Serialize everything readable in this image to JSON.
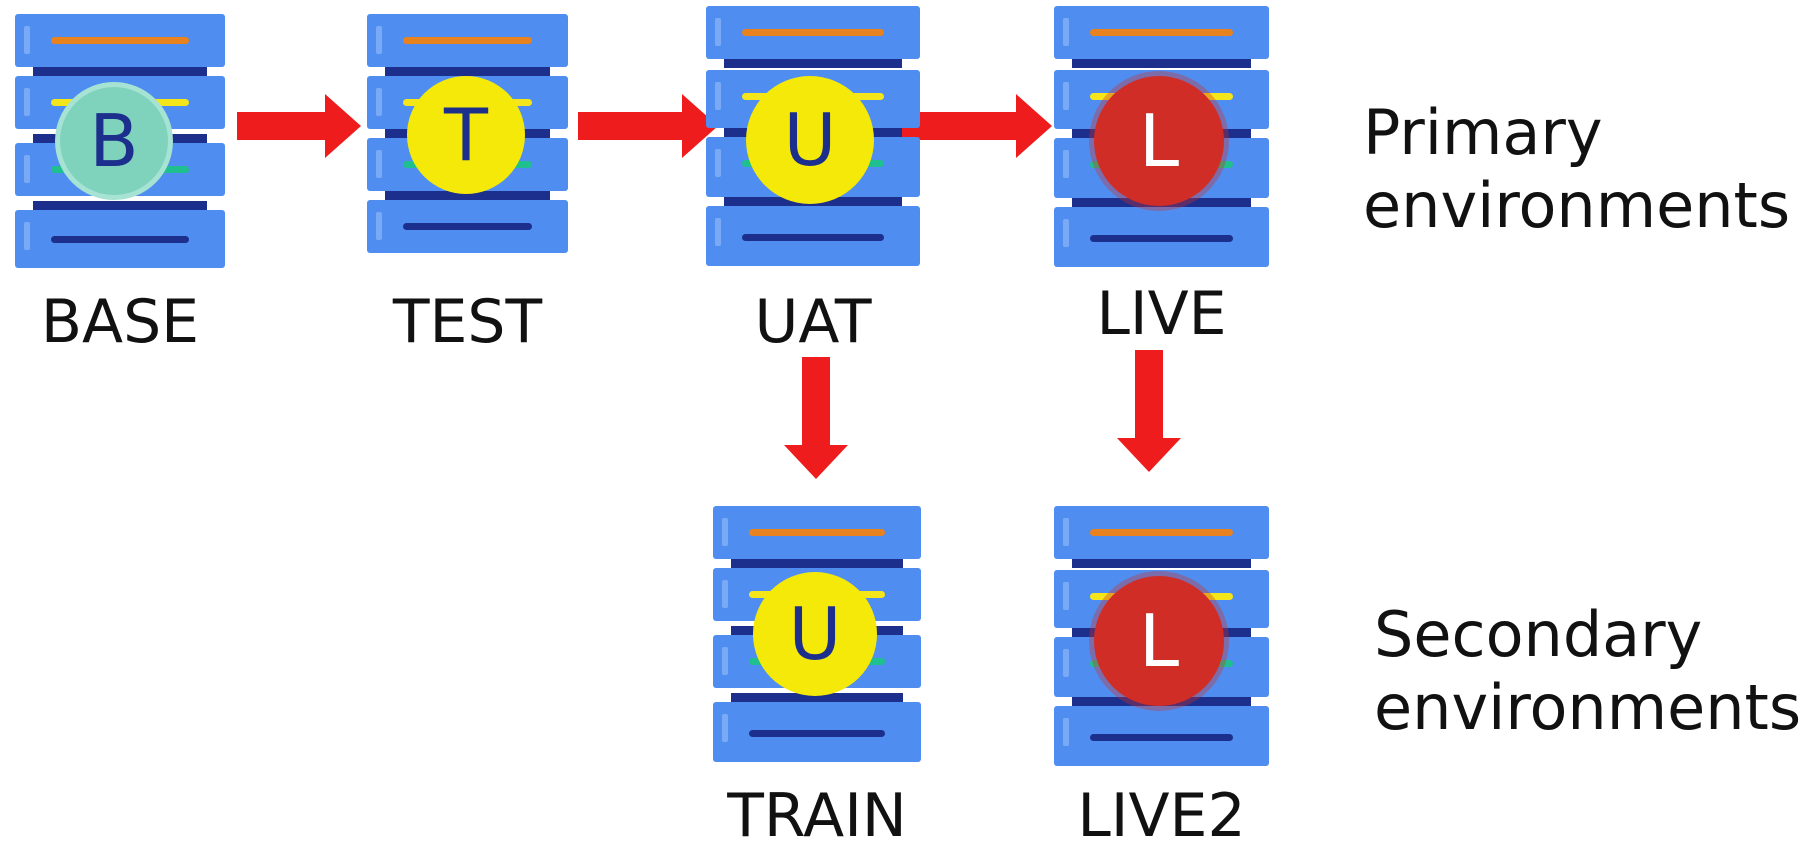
{
  "environments": {
    "base": {
      "label": "BASE",
      "letter": "B"
    },
    "test": {
      "label": "TEST",
      "letter": "T"
    },
    "uat": {
      "label": "UAT",
      "letter": "U"
    },
    "live": {
      "label": "LIVE",
      "letter": "L"
    },
    "train": {
      "label": "TRAIN",
      "letter": "U"
    },
    "live2": {
      "label": "LIVE2",
      "letter": "L"
    }
  },
  "groups": {
    "primary": {
      "line1": "Primary",
      "line2": "environments"
    },
    "secondary": {
      "line1": "Secondary",
      "line2": "environments"
    }
  },
  "colors": {
    "server_body": "#4f8ef0",
    "server_gap": "#1c2f8c",
    "arrow": "#ee1c1c",
    "stripe_top": "#e8821e",
    "stripe_yellow": "#f4e61a",
    "stripe_green": "#1fbf8f",
    "stripe_bottom": "#1c2f8c",
    "badge_teal": "#7fd3bd",
    "badge_yellow": "#f5e90a",
    "badge_red": "#d12d27"
  },
  "icons": [
    "server-rack-icon",
    "right-arrow-icon",
    "down-arrow-icon"
  ]
}
